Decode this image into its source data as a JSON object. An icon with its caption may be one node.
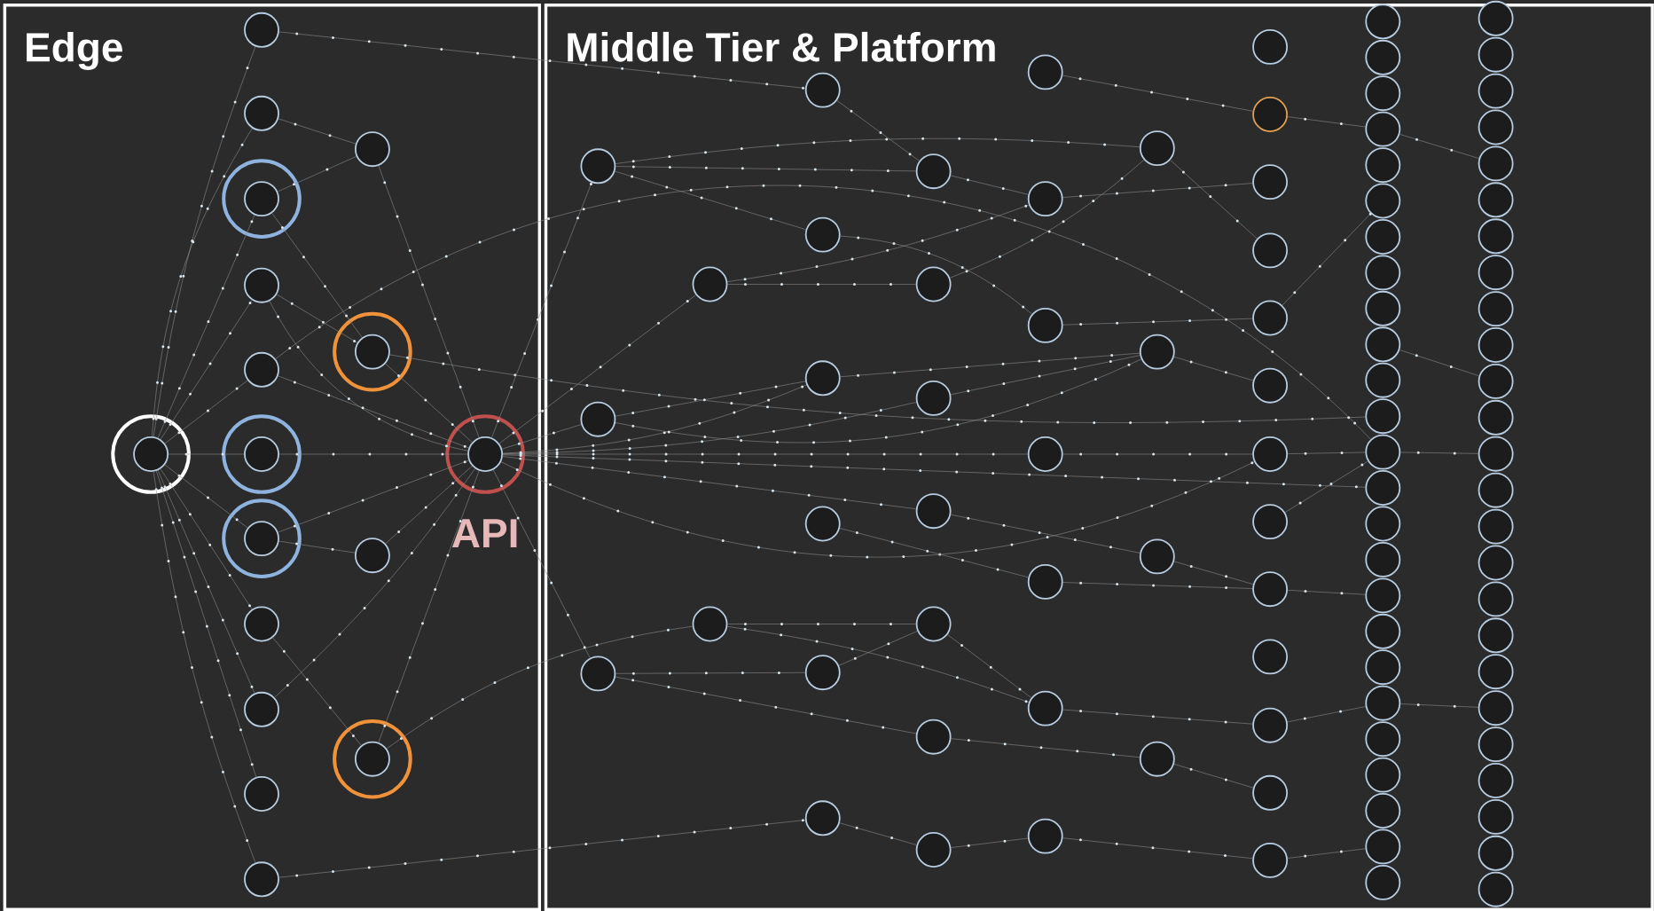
{
  "diagram": {
    "nodes": [
      {
        "text": [
          "Edge"
        ]
      },
      {
        "text": [
          "Middle Tier & Platform"
        ]
      },
      {
        "text": [],
        "shape": "circle",
        "in": 0
      },
      {
        "text": [],
        "shape": "circle",
        "in": 0
      },
      {
        "text": [],
        "shape": "circle",
        "in": 0
      },
      {
        "text": [],
        "shape": "circle",
        "in": 0
      },
      {
        "text": [],
        "shape": "circle",
        "in": 0
      },
      {
        "text": [],
        "shape": "circle",
        "in": 0
      },
      {
        "text": [],
        "shape": "circle",
        "in": 0
      },
      {
        "text": [],
        "shape": "circle",
        "in": 0
      },
      {
        "text": [],
        "shape": "circle",
        "in": 0
      },
      {
        "text": [],
        "shape": "circle",
        "in": 0
      },
      {
        "text": [],
        "shape": "circle",
        "in": 0
      },
      {
        "text": [],
        "shape": "circle",
        "in": 0
      },
      {
        "text": [],
        "shape": "circle",
        "in": 0
      },
      {
        "text": [],
        "shape": "circle",
        "in": 0
      },
      {
        "text": [],
        "shape": "circle",
        "in": 0
      },
      {
        "text": [],
        "shape": "circle",
        "in": 0
      },
      {
        "text": [
          "API"
        ],
        "in": 0
      },
      {
        "text": [],
        "shape": "circle",
        "in": 1
      },
      {
        "text": [],
        "shape": "circle",
        "in": 1
      },
      {
        "text": [],
        "shape": "circle",
        "in": 1
      },
      {
        "text": [],
        "shape": "circle",
        "in": 1
      },
      {
        "text": [],
        "shape": "circle",
        "in": 1
      },
      {
        "text": [],
        "shape": "circle",
        "in": 1
      },
      {
        "text": [],
        "shape": "circle",
        "in": 1
      },
      {
        "text": [],
        "shape": "circle",
        "in": 1
      },
      {
        "text": [],
        "shape": "circle",
        "in": 1
      },
      {
        "text": [],
        "shape": "circle",
        "in": 1
      },
      {
        "text": [],
        "shape": "circle",
        "in": 1
      },
      {
        "text": [],
        "shape": "circle",
        "in": 1
      },
      {
        "text": [],
        "shape": "circle",
        "in": 1
      },
      {
        "text": [],
        "shape": "circle",
        "in": 1
      },
      {
        "text": [],
        "shape": "circle",
        "in": 1
      },
      {
        "text": [],
        "shape": "circle",
        "in": 1
      },
      {
        "text": [],
        "shape": "circle",
        "in": 1
      },
      {
        "text": [],
        "shape": "circle",
        "in": 1
      },
      {
        "text": [],
        "shape": "circle",
        "in": 1
      },
      {
        "text": [],
        "shape": "circle",
        "in": 1
      },
      {
        "text": [],
        "shape": "circle",
        "in": 1
      },
      {
        "text": [],
        "shape": "circle",
        "in": 1
      },
      {
        "text": [],
        "shape": "circle",
        "in": 1
      },
      {
        "text": [],
        "shape": "circle",
        "in": 1
      },
      {
        "text": [],
        "shape": "circle",
        "in": 1
      },
      {
        "text": [],
        "shape": "circle",
        "in": 1
      },
      {
        "text": [],
        "shape": "circle",
        "in": 1
      },
      {
        "text": [],
        "shape": "circle",
        "in": 1
      },
      {
        "text": [],
        "shape": "circle",
        "in": 1
      },
      {
        "text": [],
        "shape": "circle",
        "in": 1
      },
      {
        "text": [],
        "shape": "circle",
        "in": 1
      },
      {
        "text": [],
        "shape": "circle",
        "in": 1
      },
      {
        "text": [],
        "shape": "circle",
        "in": 1
      },
      {
        "text": [],
        "shape": "circle",
        "in": 1
      },
      {
        "text": [],
        "shape": "circle",
        "in": 1
      },
      {
        "text": [],
        "shape": "circle",
        "in": 1
      },
      {
        "text": [],
        "shape": "circle",
        "in": 1
      },
      {
        "text": [],
        "shape": "circle",
        "in": 1
      },
      {
        "text": [],
        "shape": "circle",
        "in": 1
      },
      {
        "text": [],
        "shape": "circle",
        "in": 1
      },
      {
        "text": [],
        "shape": "circle",
        "in": 1
      },
      {
        "text": [],
        "shape": "circle",
        "in": 1
      },
      {
        "text": [],
        "shape": "circle",
        "in": 1
      },
      {
        "text": [],
        "shape": "circle",
        "in": 1
      },
      {
        "text": [],
        "shape": "circle",
        "in": 1
      },
      {
        "text": [],
        "shape": "circle",
        "in": 1
      },
      {
        "text": [],
        "shape": "circle",
        "in": 1
      },
      {
        "text": [],
        "shape": "circle",
        "in": 1
      },
      {
        "text": [],
        "shape": "circle",
        "in": 1
      },
      {
        "text": [],
        "shape": "circle",
        "in": 1
      },
      {
        "text": [],
        "shape": "circle",
        "in": 1
      },
      {
        "text": [],
        "shape": "circle",
        "in": 1
      },
      {
        "text": [],
        "shape": "circle",
        "in": 1
      },
      {
        "text": [],
        "shape": "circle",
        "in": 1
      },
      {
        "text": [],
        "shape": "circle",
        "in": 1
      },
      {
        "text": [],
        "shape": "circle",
        "in": 1
      },
      {
        "text": [],
        "shape": "circle",
        "in": 1
      },
      {
        "text": [],
        "shape": "circle",
        "in": 1
      },
      {
        "text": [],
        "shape": "circle",
        "in": 1
      },
      {
        "text": [],
        "shape": "circle",
        "in": 1
      },
      {
        "text": [],
        "shape": "circle",
        "in": 1
      },
      {
        "text": [],
        "shape": "circle",
        "in": 1
      },
      {
        "text": [],
        "shape": "circle",
        "in": 1
      },
      {
        "text": [],
        "shape": "circle",
        "in": 1
      },
      {
        "text": [],
        "shape": "circle",
        "in": 1
      },
      {
        "text": [],
        "shape": "circle",
        "in": 1
      },
      {
        "text": [],
        "shape": "circle",
        "in": 1
      },
      {
        "text": [],
        "shape": "circle",
        "in": 1
      },
      {
        "text": [],
        "shape": "circle",
        "in": 1
      },
      {
        "text": [],
        "shape": "circle",
        "in": 1
      },
      {
        "text": [],
        "shape": "circle",
        "in": 1
      },
      {
        "text": [],
        "shape": "circle",
        "in": 1
      },
      {
        "text": [],
        "shape": "circle",
        "in": 1
      },
      {
        "text": [],
        "shape": "circle",
        "in": 1
      },
      {
        "text": [],
        "shape": "circle",
        "in": 1
      },
      {
        "text": [],
        "shape": "circle",
        "in": 1
      },
      {
        "text": [],
        "shape": "circle",
        "in": 1
      },
      {
        "text": [],
        "shape": "circle",
        "in": 1
      },
      {
        "text": [],
        "shape": "circle",
        "in": 1
      },
      {
        "text": [],
        "shape": "circle",
        "in": 1
      },
      {
        "text": [],
        "shape": "circle",
        "in": 1
      },
      {
        "text": [],
        "shape": "circle",
        "in": 1
      },
      {
        "text": [],
        "shape": "circle",
        "in": 1
      },
      {
        "text": [],
        "shape": "circle",
        "in": 1
      },
      {
        "text": [],
        "shape": "circle",
        "in": 1
      },
      {
        "text": [],
        "shape": "circle",
        "in": 1
      },
      {
        "text": [],
        "shape": "circle",
        "in": 1
      },
      {
        "text": [],
        "shape": "circle",
        "in": 1
      },
      {
        "text": [],
        "shape": "circle",
        "in": 1
      },
      {
        "text": [],
        "shape": "circle",
        "in": 1
      },
      {
        "text": [],
        "shape": "circle",
        "in": 1
      },
      {
        "text": [],
        "shape": "circle",
        "in": 1
      }
    ],
    "edges": [
      {
        "from": 2,
        "to": 3,
        "arrow": "none"
      },
      {
        "from": 2,
        "to": 4,
        "arrow": "none"
      },
      {
        "from": 2,
        "to": 5,
        "arrow": "none"
      },
      {
        "from": 2,
        "to": 6,
        "arrow": "none"
      },
      {
        "from": 2,
        "to": 7,
        "arrow": "none"
      },
      {
        "from": 2,
        "to": 8,
        "arrow": "none"
      },
      {
        "from": 2,
        "to": 9,
        "arrow": "none"
      },
      {
        "from": 2,
        "to": 10,
        "arrow": "none"
      },
      {
        "from": 2,
        "to": 11,
        "arrow": "none"
      },
      {
        "from": 2,
        "to": 12,
        "arrow": "none"
      },
      {
        "from": 2,
        "to": 13,
        "arrow": "none"
      },
      {
        "from": 4,
        "to": 14,
        "arrow": "none"
      },
      {
        "from": 5,
        "to": 14,
        "arrow": "none"
      },
      {
        "from": 5,
        "to": 15,
        "arrow": "none"
      },
      {
        "from": 6,
        "to": 15,
        "arrow": "none"
      },
      {
        "from": 6,
        "to": 18,
        "arrow": "none"
      },
      {
        "from": 7,
        "to": 18,
        "arrow": "none"
      },
      {
        "from": 8,
        "to": 18,
        "arrow": "none"
      },
      {
        "from": 9,
        "to": 18,
        "arrow": "none"
      },
      {
        "from": 9,
        "to": 16,
        "arrow": "none"
      },
      {
        "from": 10,
        "to": 17,
        "arrow": "none"
      },
      {
        "from": 11,
        "to": 18,
        "arrow": "none"
      },
      {
        "from": 14,
        "to": 18,
        "arrow": "none"
      },
      {
        "from": 15,
        "to": 18,
        "arrow": "none"
      },
      {
        "from": 16,
        "to": 18,
        "arrow": "none"
      },
      {
        "from": 17,
        "to": 18,
        "arrow": "none"
      },
      {
        "from": 3,
        "to": 24,
        "arrow": "none"
      },
      {
        "from": 13,
        "to": 29,
        "arrow": "none"
      },
      {
        "from": 7,
        "to": 73,
        "arrow": "none"
      },
      {
        "from": 15,
        "to": 72,
        "arrow": "none"
      },
      {
        "from": 17,
        "to": 23,
        "arrow": "none"
      },
      {
        "from": 18,
        "to": 19,
        "arrow": "none"
      },
      {
        "from": 18,
        "to": 20,
        "arrow": "none"
      },
      {
        "from": 18,
        "to": 21,
        "arrow": "none"
      },
      {
        "from": 18,
        "to": 22,
        "arrow": "none"
      },
      {
        "from": 18,
        "to": 26,
        "arrow": "none"
      },
      {
        "from": 18,
        "to": 32,
        "arrow": "none"
      },
      {
        "from": 18,
        "to": 33,
        "arrow": "none"
      },
      {
        "from": 18,
        "to": 40,
        "arrow": "none"
      },
      {
        "from": 18,
        "to": 54,
        "arrow": "none"
      },
      {
        "from": 18,
        "to": 74,
        "arrow": "none"
      },
      {
        "from": 19,
        "to": 25,
        "arrow": "none"
      },
      {
        "from": 19,
        "to": 30,
        "arrow": "none"
      },
      {
        "from": 19,
        "to": 44,
        "arrow": "none"
      },
      {
        "from": 20,
        "to": 26,
        "arrow": "none"
      },
      {
        "from": 20,
        "to": 45,
        "arrow": "none"
      },
      {
        "from": 21,
        "to": 28,
        "arrow": "none"
      },
      {
        "from": 21,
        "to": 35,
        "arrow": "none"
      },
      {
        "from": 22,
        "to": 31,
        "arrow": "none"
      },
      {
        "from": 22,
        "to": 38,
        "arrow": "none"
      },
      {
        "from": 23,
        "to": 34,
        "arrow": "none"
      },
      {
        "from": 23,
        "to": 42,
        "arrow": "none"
      },
      {
        "from": 24,
        "to": 30,
        "arrow": "none"
      },
      {
        "from": 25,
        "to": 39,
        "arrow": "none"
      },
      {
        "from": 26,
        "to": 45,
        "arrow": "none"
      },
      {
        "from": 27,
        "to": 41,
        "arrow": "none"
      },
      {
        "from": 28,
        "to": 34,
        "arrow": "none"
      },
      {
        "from": 29,
        "to": 36,
        "arrow": "none"
      },
      {
        "from": 30,
        "to": 38,
        "arrow": "none"
      },
      {
        "from": 31,
        "to": 44,
        "arrow": "none"
      },
      {
        "from": 32,
        "to": 45,
        "arrow": "none"
      },
      {
        "from": 33,
        "to": 46,
        "arrow": "none"
      },
      {
        "from": 34,
        "to": 42,
        "arrow": "none"
      },
      {
        "from": 35,
        "to": 47,
        "arrow": "none"
      },
      {
        "from": 36,
        "to": 43,
        "arrow": "none"
      },
      {
        "from": 37,
        "to": 49,
        "arrow": "none"
      },
      {
        "from": 38,
        "to": 50,
        "arrow": "none"
      },
      {
        "from": 39,
        "to": 52,
        "arrow": "none"
      },
      {
        "from": 40,
        "to": 54,
        "arrow": "none"
      },
      {
        "from": 41,
        "to": 56,
        "arrow": "none"
      },
      {
        "from": 42,
        "to": 58,
        "arrow": "none"
      },
      {
        "from": 43,
        "to": 60,
        "arrow": "none"
      },
      {
        "from": 44,
        "to": 51,
        "arrow": "none"
      },
      {
        "from": 45,
        "to": 53,
        "arrow": "none"
      },
      {
        "from": 46,
        "to": 56,
        "arrow": "none"
      },
      {
        "from": 47,
        "to": 59,
        "arrow": "none"
      },
      {
        "from": 49,
        "to": 64,
        "arrow": "none"
      },
      {
        "from": 52,
        "to": 66,
        "arrow": "none"
      },
      {
        "from": 54,
        "to": 73,
        "arrow": "none"
      },
      {
        "from": 55,
        "to": 73,
        "arrow": "none"
      },
      {
        "from": 56,
        "to": 77,
        "arrow": "none"
      },
      {
        "from": 58,
        "to": 80,
        "arrow": "none"
      },
      {
        "from": 60,
        "to": 84,
        "arrow": "none"
      },
      {
        "from": 64,
        "to": 90,
        "arrow": "none"
      },
      {
        "from": 70,
        "to": 96,
        "arrow": "none"
      },
      {
        "from": 73,
        "to": 98,
        "arrow": "none"
      },
      {
        "from": 80,
        "to": 105,
        "arrow": "none"
      }
    ]
  }
}
